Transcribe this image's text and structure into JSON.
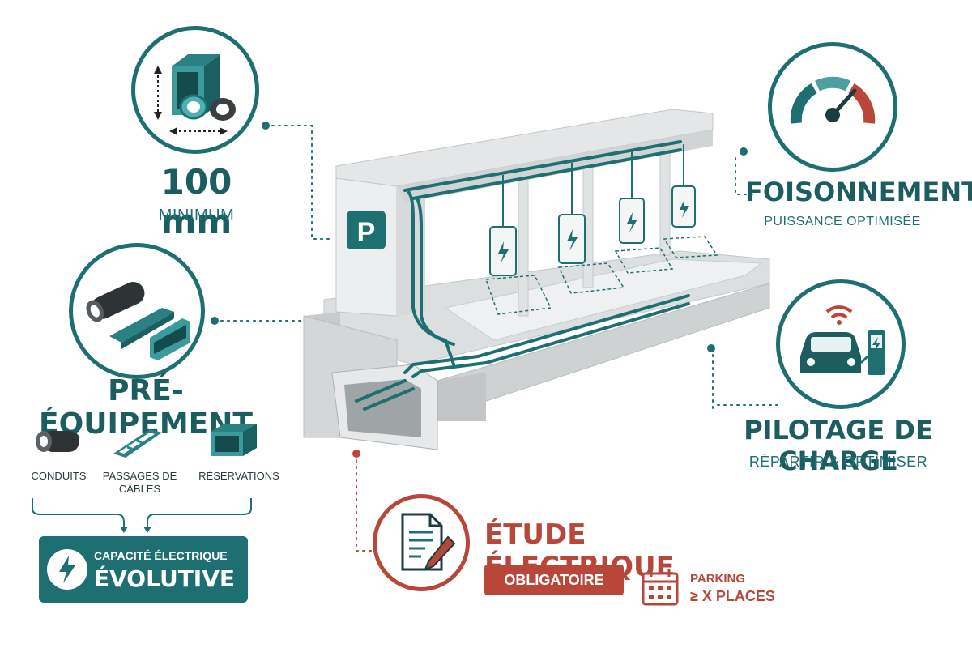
{
  "conduit_spec": {
    "value": "100 mm",
    "caption": "MINIMUM"
  },
  "pre_equipment": {
    "title": "PRÉ-ÉQUIPEMENT",
    "items": [
      {
        "label": "CONDUITS"
      },
      {
        "label": "PASSAGES DE CÂBLES"
      },
      {
        "label": "RÉSERVATIONS"
      }
    ],
    "capacity": {
      "line1": "CAPACITÉ ÉLECTRIQUE",
      "line2": "ÉVOLUTIVE"
    }
  },
  "parking_sign": "P",
  "foisonnement": {
    "title": "FOISONNEMENT",
    "subtitle": "PUISSANCE OPTIMISÉE"
  },
  "pilotage": {
    "title": "PILOTAGE DE CHARGE",
    "subtitle": "RÉPARTIR & OPTIMISER"
  },
  "etude": {
    "title": "ÉTUDE ÉLECTRIQUE",
    "badge": "OBLIGATOIRE",
    "parking_line1": "PARKING",
    "parking_line2": "≥ X PLACES"
  },
  "colors": {
    "teal": "#1d6f71",
    "teal_dark": "#1c5d60",
    "red": "#b8473a",
    "concrete": "#d9dcdd"
  }
}
